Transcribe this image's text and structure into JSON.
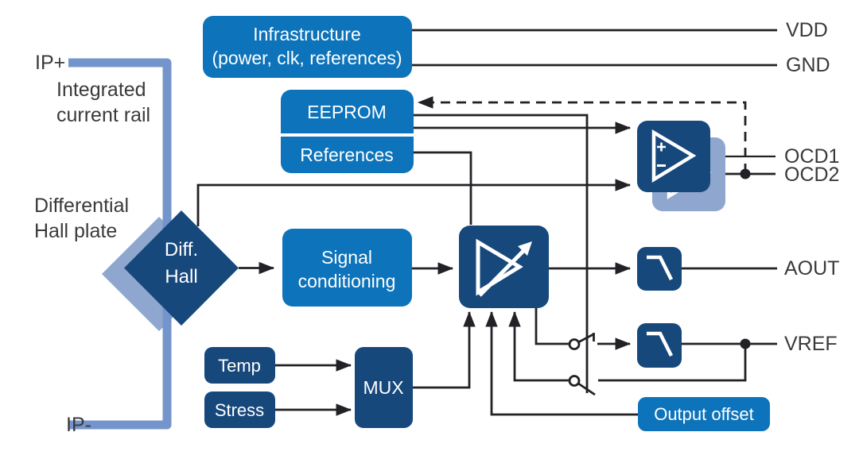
{
  "diagram": {
    "left_labels": {
      "ip_plus": "IP+",
      "ip_minus": "IP-",
      "current_rail_line1": "Integrated",
      "current_rail_line2": "current rail",
      "hall_plate_line1": "Differential",
      "hall_plate_line2": "Hall plate"
    },
    "pins": {
      "vdd": "VDD",
      "gnd": "GND",
      "ocd1": "OCD1",
      "ocd2": "OCD2",
      "aout": "AOUT",
      "vref": "VREF"
    },
    "blocks": {
      "infrastructure_line1": "Infrastructure",
      "infrastructure_line2": "(power, clk, references)",
      "eeprom": "EEPROM",
      "references": "References",
      "signal_line1": "Signal",
      "signal_line2": "conditioning",
      "diff_hall_line1": "Diff.",
      "diff_hall_line2": "Hall",
      "temp": "Temp",
      "stress": "Stress",
      "mux": "MUX",
      "output_offset": "Output offset"
    },
    "icons": {
      "amplifier": "variable-gain-amplifier-icon",
      "comparator": "comparator-icon",
      "low_pass_filter": "low-pass-filter-icon",
      "switch": "switch-icon"
    },
    "colors": {
      "medium_blue": "#0D73BA",
      "dark_navy": "#17487C",
      "steel_shadow": "#8FA6CE",
      "rail_blue": "#7495CB",
      "wire": "#232125",
      "label_gray": "#3A3A3A"
    }
  }
}
